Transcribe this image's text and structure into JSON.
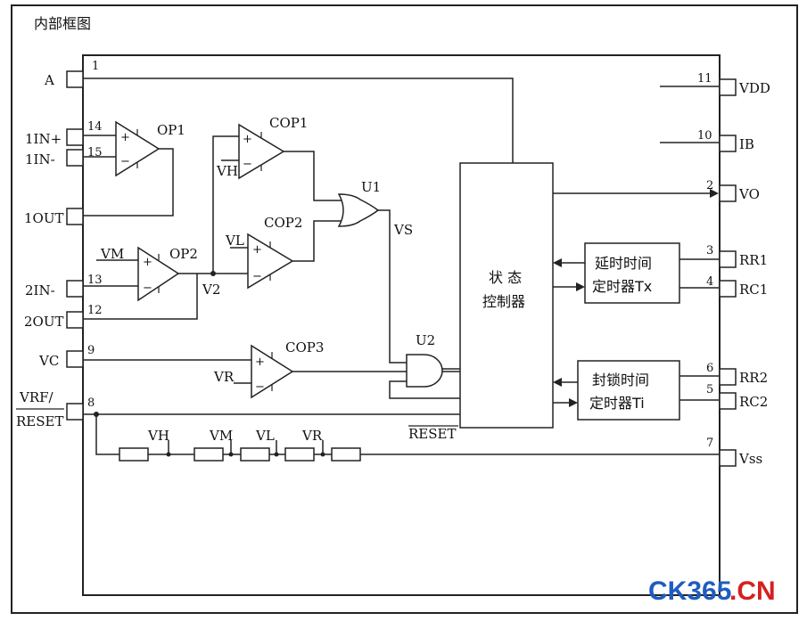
{
  "title": "内部框图",
  "pins_left": {
    "A": "A",
    "IN1P": "1IN+",
    "IN1N": "1IN-",
    "OUT1": "1OUT",
    "IN2N": "2IN-",
    "OUT2": "2OUT",
    "VC": "VC",
    "VRF": "VRF/",
    "RESET": "RESET"
  },
  "pins_right": {
    "VDD": "VDD",
    "IB": "IB",
    "VO": "VO",
    "RR1": "RR1",
    "RC1": "RC1",
    "RR2": "RR2",
    "RC2": "RC2",
    "VSS": "Vss"
  },
  "pin_numbers": {
    "p1": "1",
    "p14": "14",
    "p15": "15",
    "p13": "13",
    "p12": "12",
    "p9": "9",
    "p8": "8",
    "p11": "11",
    "p10": "10",
    "p2": "2",
    "p3": "3",
    "p4": "4",
    "p6": "6",
    "p5": "5",
    "p7": "7"
  },
  "blocks": {
    "op1": "OP1",
    "op2": "OP2",
    "cop1": "COP1",
    "cop2": "COP2",
    "cop3": "COP3",
    "u1": "U1",
    "u2": "U2",
    "state_l1": "状 态",
    "state_l2": "控制器",
    "tx_l1": "延时时间",
    "tx_l2": "定时器Tx",
    "ti_l1": "封锁时间",
    "ti_l2": "定时器Ti"
  },
  "signals": {
    "vm_in": "VM",
    "vh_in": "VH",
    "vl_in": "VL",
    "vr_in": "VR",
    "v2": "V2",
    "vs": "VS",
    "reset": "RESET",
    "div_vh": "VH",
    "div_vm": "VM",
    "div_vl": "VL",
    "div_vr": "VR"
  },
  "op_signs": {
    "plus": "+",
    "minus": "−"
  },
  "watermark": {
    "part1": "CK365",
    "part2": ".CN"
  }
}
